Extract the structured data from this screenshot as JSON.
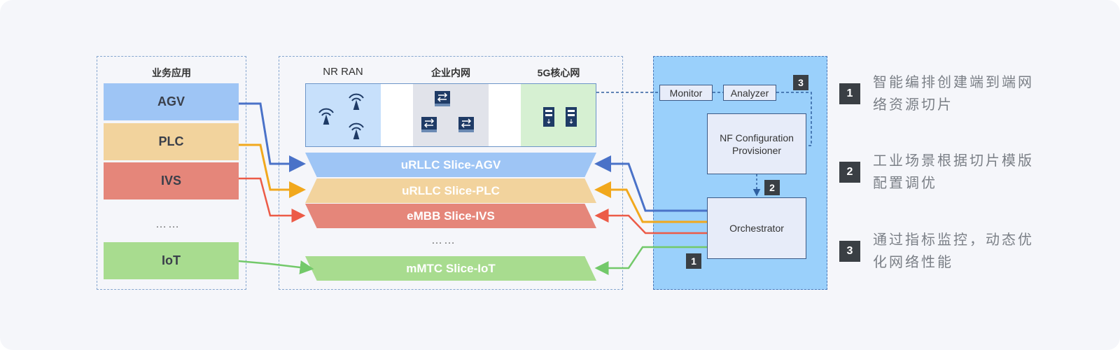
{
  "apps": {
    "header": "业务应用",
    "items": [
      {
        "label": "AGV",
        "color": "#9ec5f5"
      },
      {
        "label": "PLC",
        "color": "#f2d39d"
      },
      {
        "label": "IVS",
        "color": "#e5867a"
      },
      {
        "label": "IoT",
        "color": "#a8dc8f"
      }
    ],
    "ellipsis": "……"
  },
  "network": {
    "headers": {
      "ran": "NR RAN",
      "lan": "企业内网",
      "core": "5G核心网"
    },
    "ellipsis": "……"
  },
  "slices": [
    {
      "label": "uRLLC Slice-AGV",
      "color": "#9ec5f5"
    },
    {
      "label": "uRLLC Slice-PLC",
      "color": "#f2d39d"
    },
    {
      "label": "eMBB Slice-IVS",
      "color": "#e5867a"
    },
    {
      "label": "mMTC Slice-IoT",
      "color": "#a8dc8f"
    }
  ],
  "management": {
    "monitor": "Monitor",
    "analyzer": "Analyzer",
    "nf_provisioner": "NF Configuration Provisioner",
    "orchestrator": "Orchestrator",
    "badges": {
      "analyzer": "3",
      "provisioner": "2",
      "orchestrator": "1"
    }
  },
  "legend": [
    {
      "num": "1",
      "text": "智能编排创建端到端网络资源切片"
    },
    {
      "num": "2",
      "text": "工业场景根据切片模版配置调优"
    },
    {
      "num": "3",
      "text": "通过指标监控，动态优化网络性能"
    }
  ],
  "line_colors": {
    "agv": "#4a72c8",
    "plc": "#f1a81d",
    "ivs": "#ec5b47",
    "iot": "#73c96a",
    "dashed": "#2f5fa0"
  }
}
